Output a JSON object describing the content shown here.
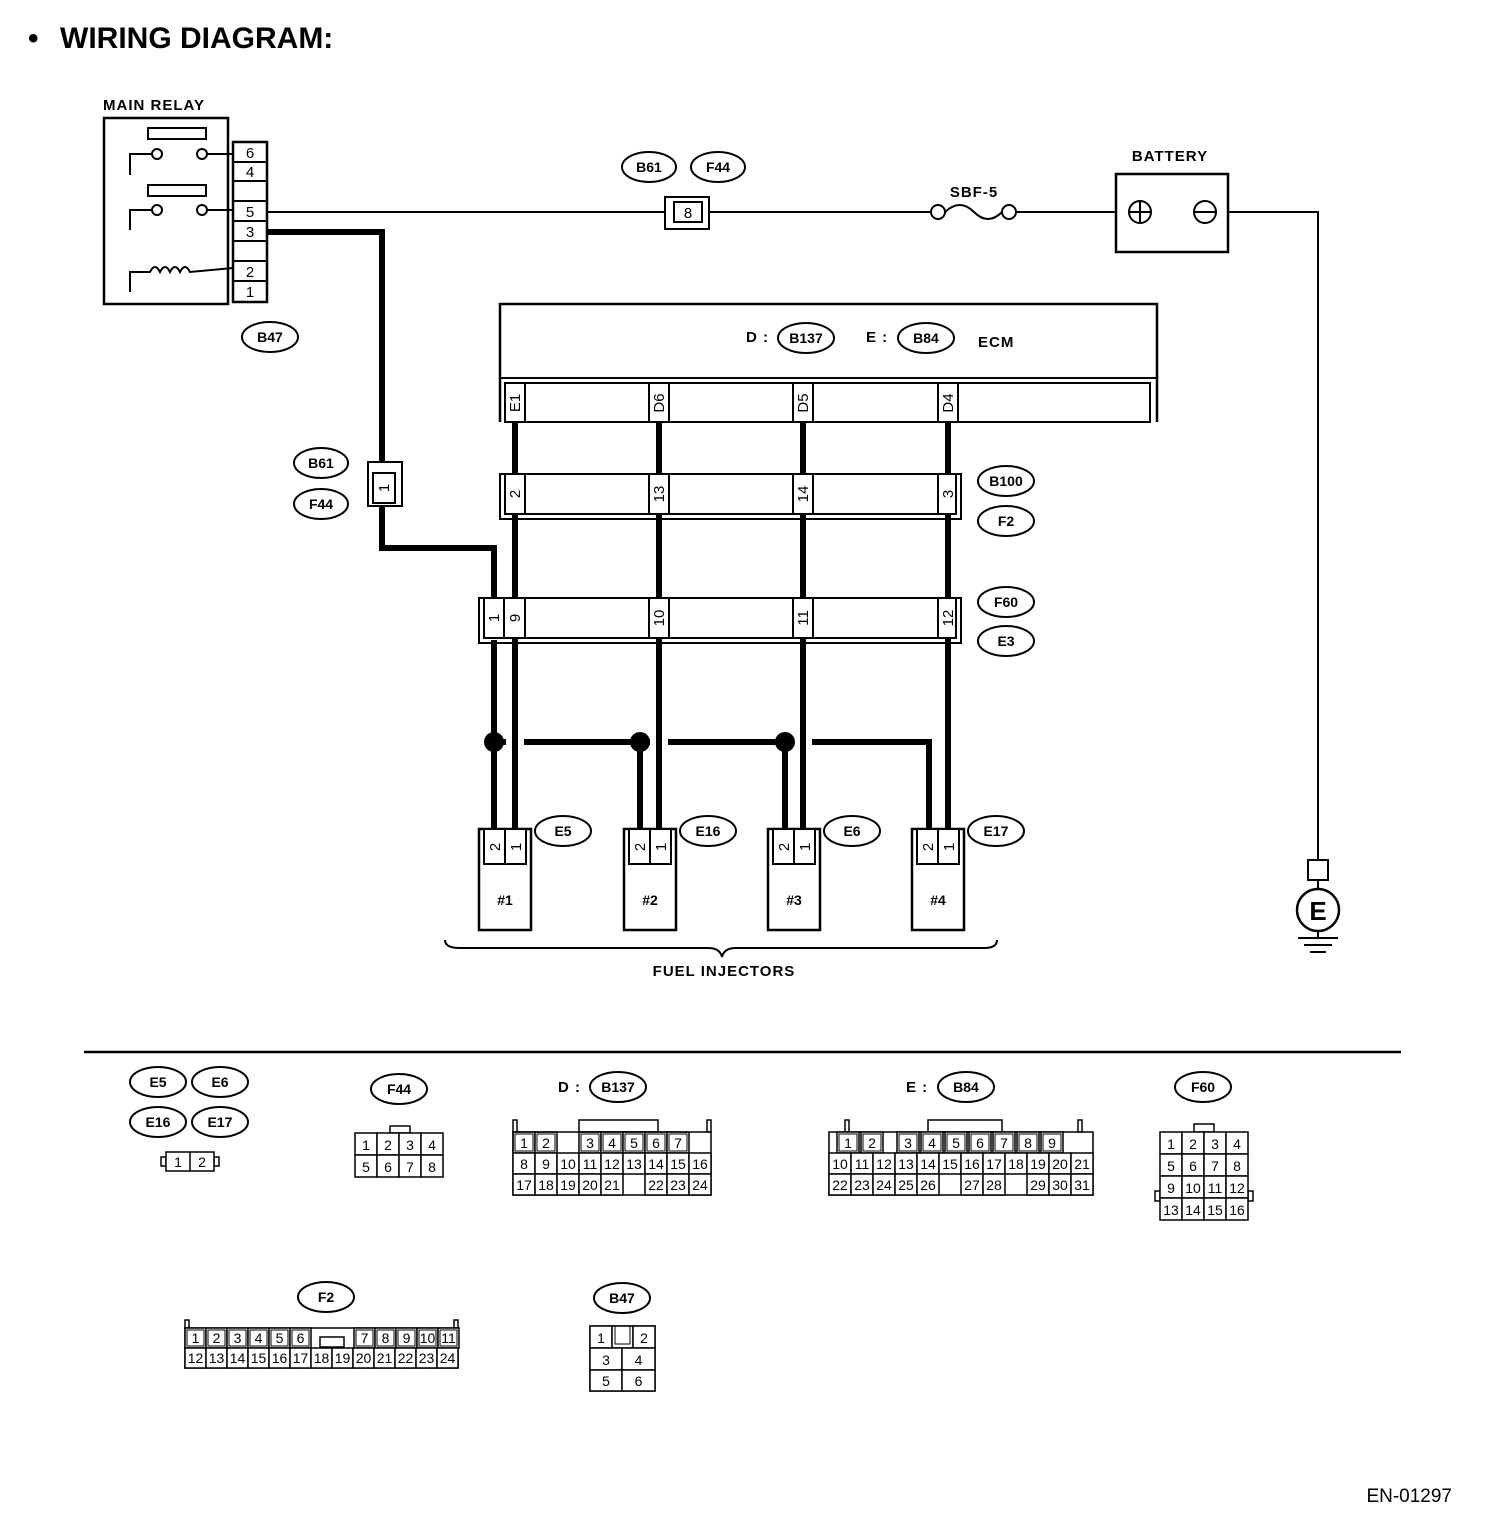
{
  "header": {
    "bullet": "•",
    "title": "WIRING DIAGRAM:"
  },
  "main_relay": {
    "label": "MAIN RELAY",
    "connector": "B47",
    "pins": [
      "6",
      "4",
      "5",
      "3",
      "2",
      "1"
    ]
  },
  "battery": {
    "label": "BATTERY"
  },
  "fuse": {
    "label": "SBF-5"
  },
  "inline_8": {
    "pin": "8",
    "tags": [
      "B61",
      "F44"
    ]
  },
  "inline_1": {
    "pin": "1",
    "tags": [
      "B61",
      "F44"
    ]
  },
  "ecm": {
    "label": "ECM",
    "d_prefix": "D :",
    "d_conn": "B137",
    "e_prefix": "E :",
    "e_conn": "B84",
    "pins": [
      "E1",
      "D6",
      "D5",
      "D4"
    ]
  },
  "conn_b100": {
    "tags": [
      "B100",
      "F2"
    ],
    "pins": [
      "2",
      "13",
      "14",
      "3"
    ]
  },
  "conn_f60": {
    "tags": [
      "F60",
      "E3"
    ],
    "pins": [
      "1",
      "9",
      "10",
      "11",
      "12"
    ]
  },
  "injectors": {
    "items": [
      {
        "name": "#1",
        "conn": "E5"
      },
      {
        "name": "#2",
        "conn": "E16"
      },
      {
        "name": "#3",
        "conn": "E6"
      },
      {
        "name": "#4",
        "conn": "E17"
      }
    ],
    "pins": [
      "2",
      "1"
    ],
    "label": "FUEL INJECTORS"
  },
  "ground": {
    "label": "E"
  },
  "views": {
    "e5": "E5",
    "e6": "E6",
    "e16": "E16",
    "e17": "E17",
    "f44": "F44",
    "b137_prefix": "D :",
    "b137": "B137",
    "b84_prefix": "E :",
    "b84": "B84",
    "f60": "F60",
    "f2": "F2",
    "b47": "B47"
  },
  "pin_tables": {
    "e5": [
      "1",
      "2"
    ],
    "f44": [
      [
        "1",
        "2",
        "3",
        "4"
      ],
      [
        "5",
        "6",
        "7",
        "8"
      ]
    ],
    "b137": [
      [
        "1",
        "2",
        "",
        "3",
        "4",
        "5",
        "6",
        "7"
      ],
      [
        "8",
        "9",
        "10",
        "11",
        "12",
        "13",
        "14",
        "15",
        "16"
      ],
      [
        "17",
        "18",
        "19",
        "20",
        "21",
        "",
        "22",
        "23",
        "24"
      ]
    ],
    "b84": [
      [
        "1",
        "2",
        "",
        "3",
        "4",
        "5",
        "6",
        "7",
        "8",
        "9"
      ],
      [
        "10",
        "11",
        "12",
        "13",
        "14",
        "15",
        "16",
        "17",
        "18",
        "19",
        "20",
        "21"
      ],
      [
        "22",
        "23",
        "24",
        "25",
        "26",
        "",
        "27",
        "28",
        "",
        "29",
        "30",
        "31"
      ]
    ],
    "f60": [
      [
        "1",
        "2",
        "3",
        "4"
      ],
      [
        "5",
        "6",
        "7",
        "8"
      ],
      [
        "9",
        "10",
        "11",
        "12"
      ],
      [
        "13",
        "14",
        "15",
        "16"
      ]
    ],
    "f2": [
      [
        "1",
        "2",
        "3",
        "4",
        "5",
        "6",
        "",
        "7",
        "8",
        "9",
        "10",
        "11"
      ],
      [
        "12",
        "13",
        "14",
        "15",
        "16",
        "17",
        "18",
        "19",
        "20",
        "21",
        "22",
        "23",
        "24"
      ]
    ],
    "b47": [
      [
        "1",
        "",
        "2"
      ],
      [
        "3",
        "4"
      ],
      [
        "5",
        "6"
      ]
    ]
  },
  "footer": {
    "code": "EN-01297"
  }
}
